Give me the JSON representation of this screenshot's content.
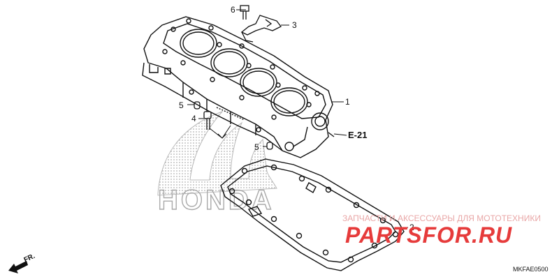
{
  "callouts": {
    "c1": "1",
    "c2": "2",
    "c3": "3",
    "c4": "4",
    "c5a": "5",
    "c5b": "5",
    "c6": "6"
  },
  "reference": "E-21",
  "diagram_code": "MKFAE0500",
  "direction": "FR.",
  "logo_text": "HONDA",
  "watermark": {
    "caption": "ЗАПЧАСТИ И АКСЕССУАРЫ ДЛЯ МОТОТЕХНИКИ",
    "brand": "PARTSFOR.RU"
  },
  "colors": {
    "line": "#111111",
    "logo": "#aaaaaa",
    "watermark": "#e63b3b"
  }
}
